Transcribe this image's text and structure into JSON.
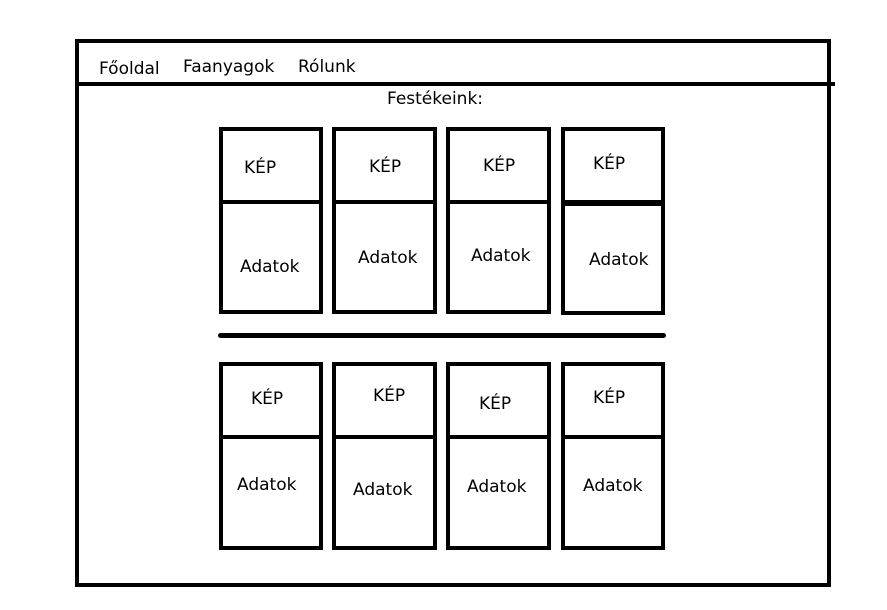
{
  "nav": {
    "items": [
      "Főoldal",
      "Faanyagok",
      "Rólunk"
    ]
  },
  "section_title": "Festékeink:",
  "rows": [
    {
      "cards": [
        {
          "image_label": "KÉP",
          "data_label": "Adatok"
        },
        {
          "image_label": "KÉP",
          "data_label": "Adatok"
        },
        {
          "image_label": "KÉP",
          "data_label": "Adatok"
        },
        {
          "image_label": "KÉP",
          "data_label": "Adatok"
        }
      ]
    },
    {
      "cards": [
        {
          "image_label": "KÉP",
          "data_label": "Adatok"
        },
        {
          "image_label": "KÉP",
          "data_label": "Adatok"
        },
        {
          "image_label": "KÉP",
          "data_label": "Adatok"
        },
        {
          "image_label": "KÉP",
          "data_label": "Adatok"
        }
      ]
    }
  ]
}
